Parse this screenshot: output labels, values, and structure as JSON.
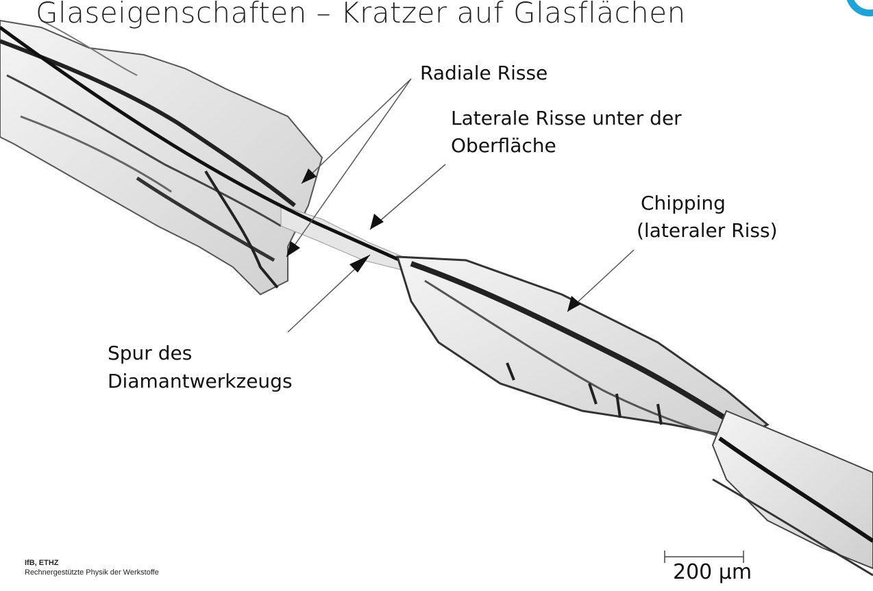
{
  "title": "Glaseigenschaften – Kratzer auf Glasflächen",
  "labels": {
    "radiale_risse": "Radiale Risse",
    "laterale_line1": "Laterale Risse unter der",
    "laterale_line2": "Oberfläche",
    "chipping_line1": "Chipping",
    "chipping_line2": "(lateraler Riss)",
    "spur_line1": "Spur des",
    "spur_line2": "Diamantwerkzeugs"
  },
  "scale_bar": {
    "label": "200 μm"
  },
  "footer": {
    "org": "IfB, ETHZ",
    "course": "Rechnergestützte Physik der Werkstoffe"
  },
  "colors": {
    "accent": "#1fa3d7"
  }
}
